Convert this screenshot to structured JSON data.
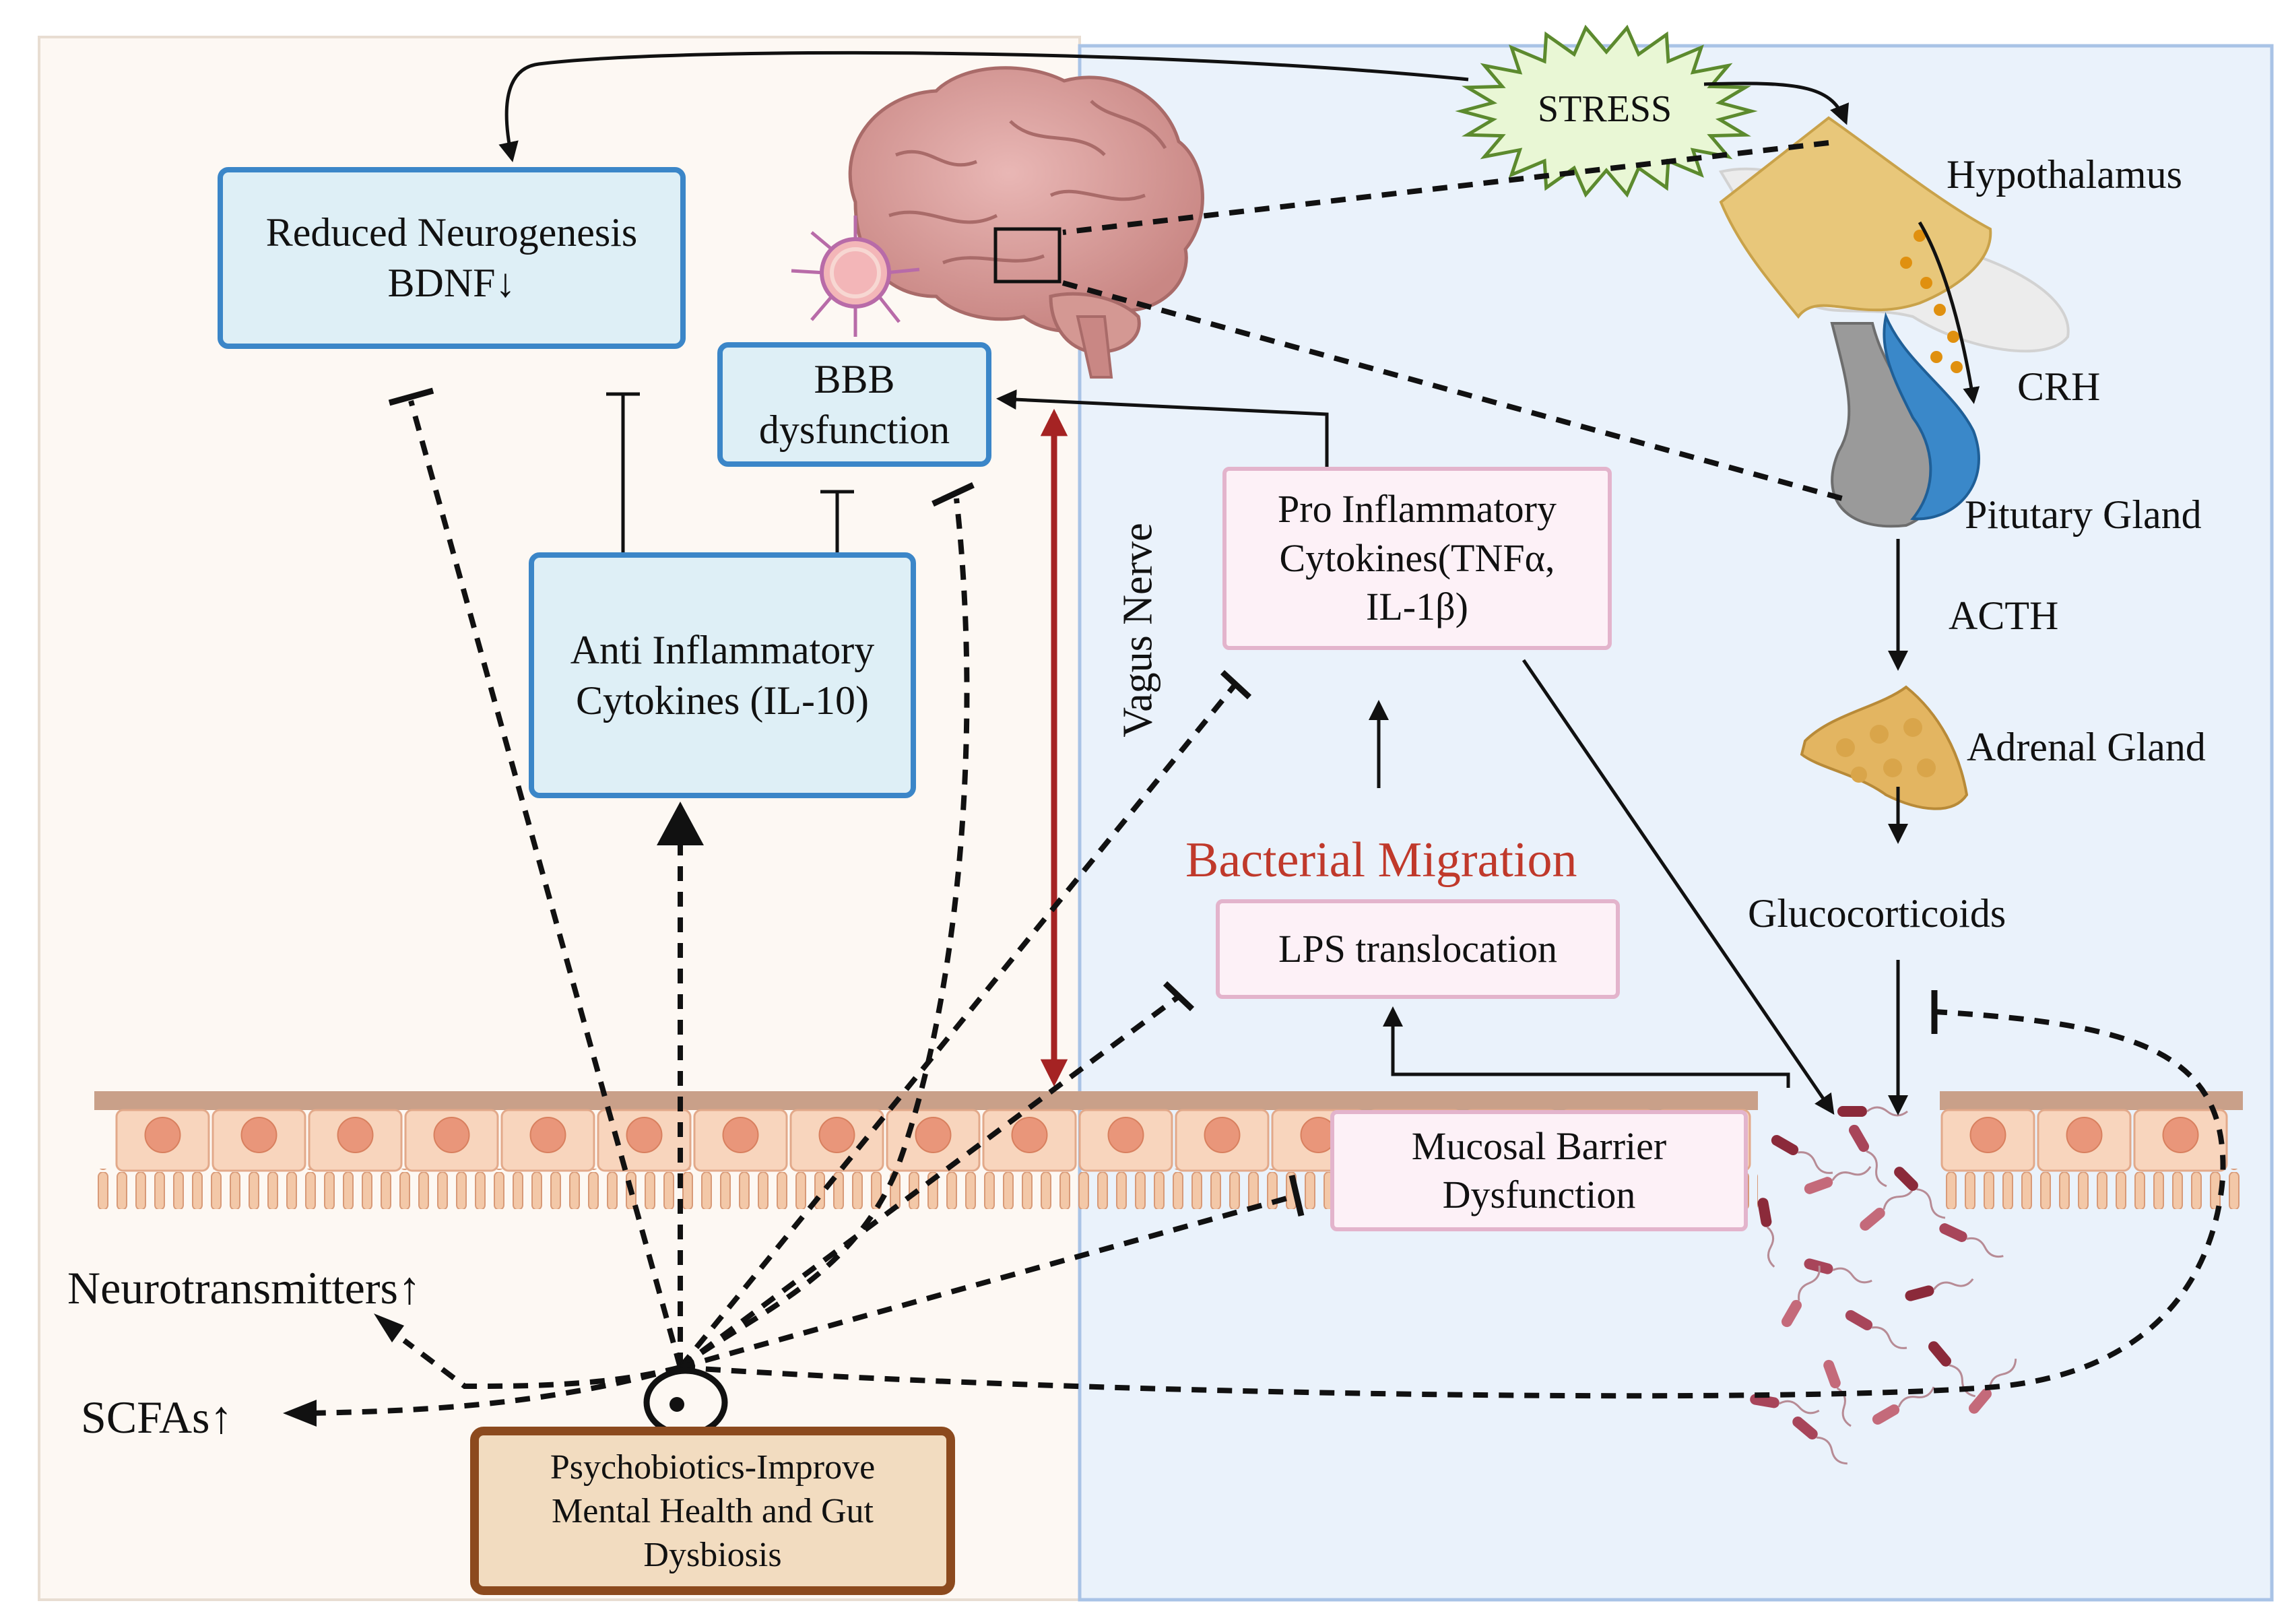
{
  "boxes": {
    "neurogenesis": {
      "line1": "Reduced Neurogenesis",
      "line2": "BDNF↓"
    },
    "bbb": {
      "line1": "BBB",
      "line2": "dysfunction"
    },
    "anti": {
      "line1": "Anti Inflammatory",
      "line2": "Cytokines (IL-10)"
    },
    "pro": {
      "line1": "Pro Inflammatory",
      "line2": "Cytokines(TNFα,",
      "line3": "IL-1β)"
    },
    "lps": {
      "text": "LPS translocation"
    },
    "mucosal": {
      "line1": "Mucosal Barrier",
      "line2": "Dysfunction"
    },
    "psycho": {
      "line1": "Psychobiotics-Improve",
      "line2": "Mental Health and Gut",
      "line3": "Dysbiosis"
    }
  },
  "labels": {
    "stress": "STRESS",
    "hypothalamus": "Hypothalamus",
    "crh": "CRH",
    "pituitary": "Pitutary Gland",
    "acth": "ACTH",
    "adrenal": "Adrenal Gland",
    "glucocorticoids": "Glucocorticoids",
    "bacterial_migration": "Bacterial Migration",
    "vagus": "Vagus Nerve",
    "neurotransmitters": "Neurotransmitters↑",
    "scfas": "SCFAs↑"
  },
  "colors": {
    "left_panel": "#fdf8f3",
    "right_panel": "#eaf2fb",
    "vagus_arrow": "#a52323",
    "bacterial_migration": "#c0392b",
    "box_blue_border": "#3b86c8",
    "box_pink_border": "#e3b4cc",
    "box_brown_border": "#8c4a1e"
  }
}
